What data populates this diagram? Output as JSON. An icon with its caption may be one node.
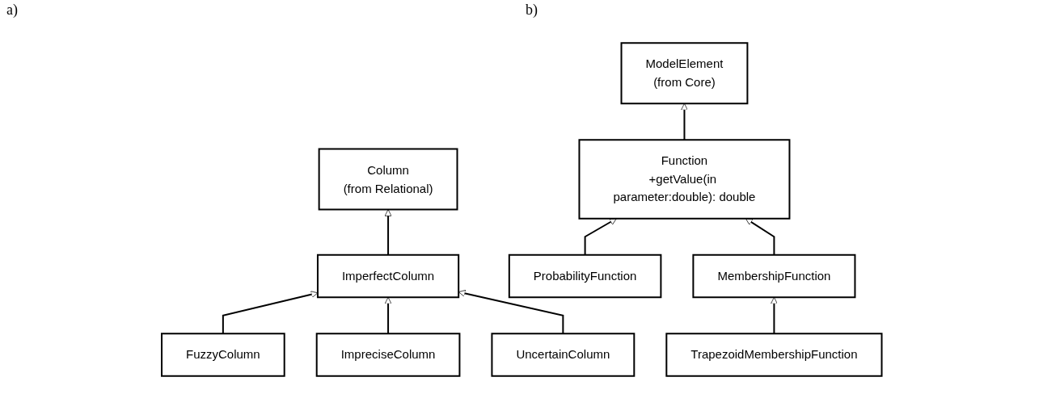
{
  "diagram": {
    "nodes": [
      {
        "text": [
          "Column",
          "(from Relational)"
        ]
      },
      {
        "text": [
          "ImperfectColumn"
        ]
      },
      {
        "text": [
          "FuzzyColumn"
        ]
      },
      {
        "text": [
          "ImpreciseColumn"
        ]
      },
      {
        "text": [
          "UncertainColumn"
        ]
      },
      {
        "text": [
          "ModelElement",
          "(from Core)"
        ]
      },
      {
        "text": [
          "Function",
          "+getValue(in parameter:double): double"
        ]
      },
      {
        "text": [
          "ProbabilityFunction"
        ]
      },
      {
        "text": [
          "MembershipFunction"
        ]
      },
      {
        "text": [
          "TrapezoidMembershipFunction"
        ]
      }
    ],
    "edges": [
      {
        "from": 1,
        "to": 0,
        "arrow": "to"
      },
      {
        "from": 2,
        "to": 1,
        "arrow": "to"
      },
      {
        "from": 3,
        "to": 1,
        "arrow": "to"
      },
      {
        "from": 4,
        "to": 1,
        "arrow": "to"
      },
      {
        "from": 6,
        "to": 5,
        "arrow": "to"
      },
      {
        "from": 7,
        "to": 6,
        "arrow": "to"
      },
      {
        "from": 8,
        "to": 6,
        "arrow": "to"
      },
      {
        "from": 9,
        "to": 8,
        "arrow": "to"
      }
    ],
    "labels": [
      "a)",
      "b)"
    ]
  }
}
